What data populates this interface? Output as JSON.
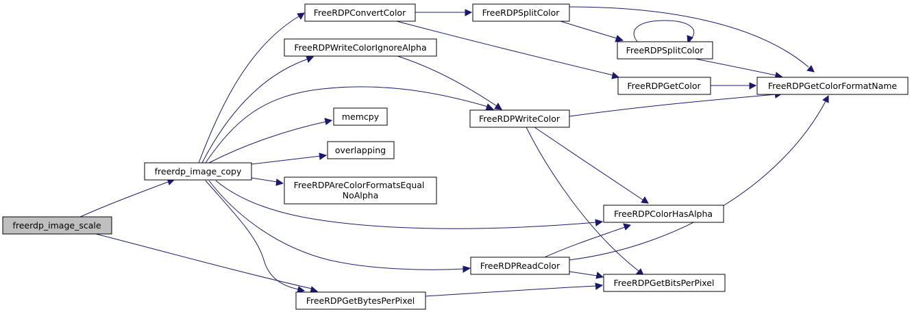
{
  "graph": {
    "colors": {
      "edge": "#191970",
      "node_fill": "#ffffff",
      "root_fill": "#bfbfbf",
      "node_border": "#000000",
      "text": "#000000"
    },
    "nodes": {
      "image_scale": {
        "label": "freerdp_image_scale",
        "root": true,
        "interactable": false
      },
      "image_copy": {
        "label": "freerdp_image_copy",
        "interactable": true
      },
      "convert_color": {
        "label": "FreeRDPConvertColor",
        "interactable": true
      },
      "write_ignore_alpha": {
        "label": "FreeRDPWriteColorIgnoreAlpha",
        "interactable": true
      },
      "memcpy": {
        "label": "memcpy",
        "interactable": false
      },
      "overlapping": {
        "label": "overlapping",
        "interactable": true
      },
      "are_equal_noalpha": {
        "label": "FreeRDPAreColorFormatsEqual\nNoAlpha",
        "interactable": true
      },
      "bytes_per_pixel": {
        "label": "FreeRDPGetBytesPerPixel",
        "interactable": true
      },
      "split_color_a": {
        "label": "FreeRDPSplitColor",
        "interactable": true
      },
      "write_color": {
        "label": "FreeRDPWriteColor",
        "interactable": true
      },
      "read_color": {
        "label": "FreeRDPReadColor",
        "interactable": true
      },
      "split_color_b": {
        "label": "FreeRDPSplitColor",
        "interactable": true
      },
      "get_color": {
        "label": "FreeRDPGetColor",
        "interactable": true
      },
      "has_alpha": {
        "label": "FreeRDPColorHasAlpha",
        "interactable": true
      },
      "bits_per_pixel": {
        "label": "FreeRDPGetBitsPerPixel",
        "interactable": true
      },
      "format_name": {
        "label": "FreeRDPGetColorFormatName",
        "interactable": true
      }
    },
    "edges": [
      {
        "from": "image_scale",
        "to": "image_copy"
      },
      {
        "from": "image_scale",
        "to": "bytes_per_pixel"
      },
      {
        "from": "image_copy",
        "to": "convert_color"
      },
      {
        "from": "image_copy",
        "to": "write_ignore_alpha"
      },
      {
        "from": "image_copy",
        "to": "write_color"
      },
      {
        "from": "image_copy",
        "to": "memcpy"
      },
      {
        "from": "image_copy",
        "to": "overlapping"
      },
      {
        "from": "image_copy",
        "to": "are_equal_noalpha"
      },
      {
        "from": "image_copy",
        "to": "has_alpha"
      },
      {
        "from": "image_copy",
        "to": "read_color"
      },
      {
        "from": "image_copy",
        "to": "bytes_per_pixel"
      },
      {
        "from": "convert_color",
        "to": "split_color_a"
      },
      {
        "from": "convert_color",
        "to": "get_color"
      },
      {
        "from": "split_color_a",
        "to": "split_color_b"
      },
      {
        "from": "split_color_a",
        "to": "format_name"
      },
      {
        "from": "split_color_b",
        "to": "split_color_b"
      },
      {
        "from": "split_color_b",
        "to": "format_name"
      },
      {
        "from": "get_color",
        "to": "format_name"
      },
      {
        "from": "write_ignore_alpha",
        "to": "write_color"
      },
      {
        "from": "write_color",
        "to": "format_name"
      },
      {
        "from": "write_color",
        "to": "has_alpha"
      },
      {
        "from": "write_color",
        "to": "bits_per_pixel"
      },
      {
        "from": "read_color",
        "to": "format_name"
      },
      {
        "from": "read_color",
        "to": "has_alpha"
      },
      {
        "from": "read_color",
        "to": "bits_per_pixel"
      },
      {
        "from": "bytes_per_pixel",
        "to": "bits_per_pixel"
      }
    ]
  }
}
